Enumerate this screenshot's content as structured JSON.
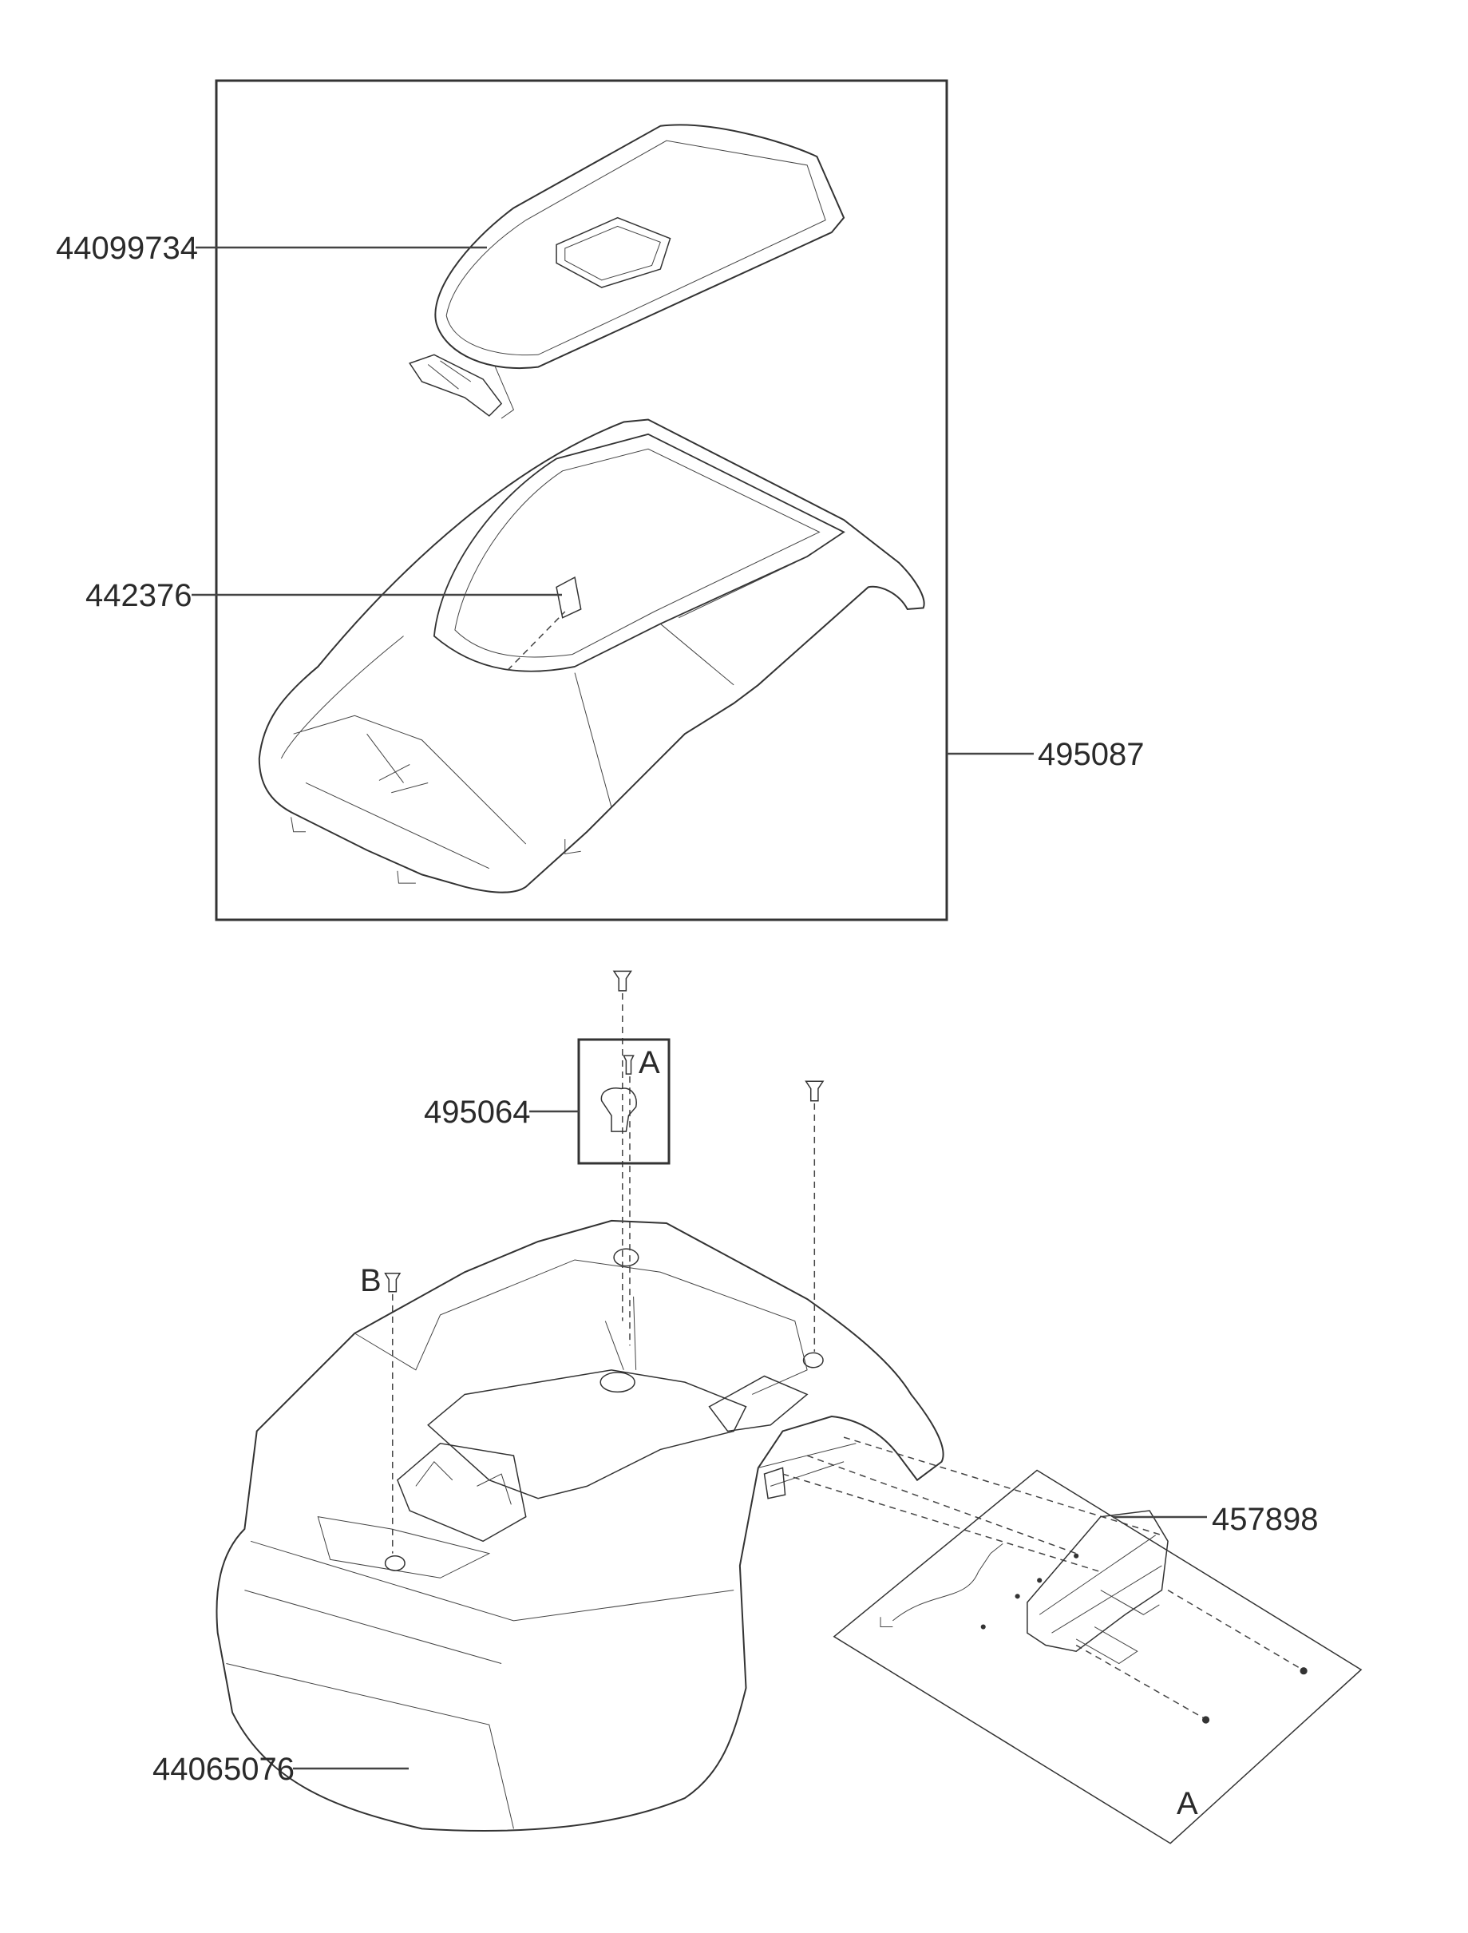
{
  "diagram": {
    "parts": [
      {
        "number": "44099734"
      },
      {
        "number": "442376"
      },
      {
        "number": "495087"
      },
      {
        "number": "495064"
      },
      {
        "number": "457898"
      },
      {
        "number": "44065076"
      }
    ],
    "callouts": {
      "a_top": "A",
      "b": "B",
      "a_bottom": "A"
    }
  }
}
